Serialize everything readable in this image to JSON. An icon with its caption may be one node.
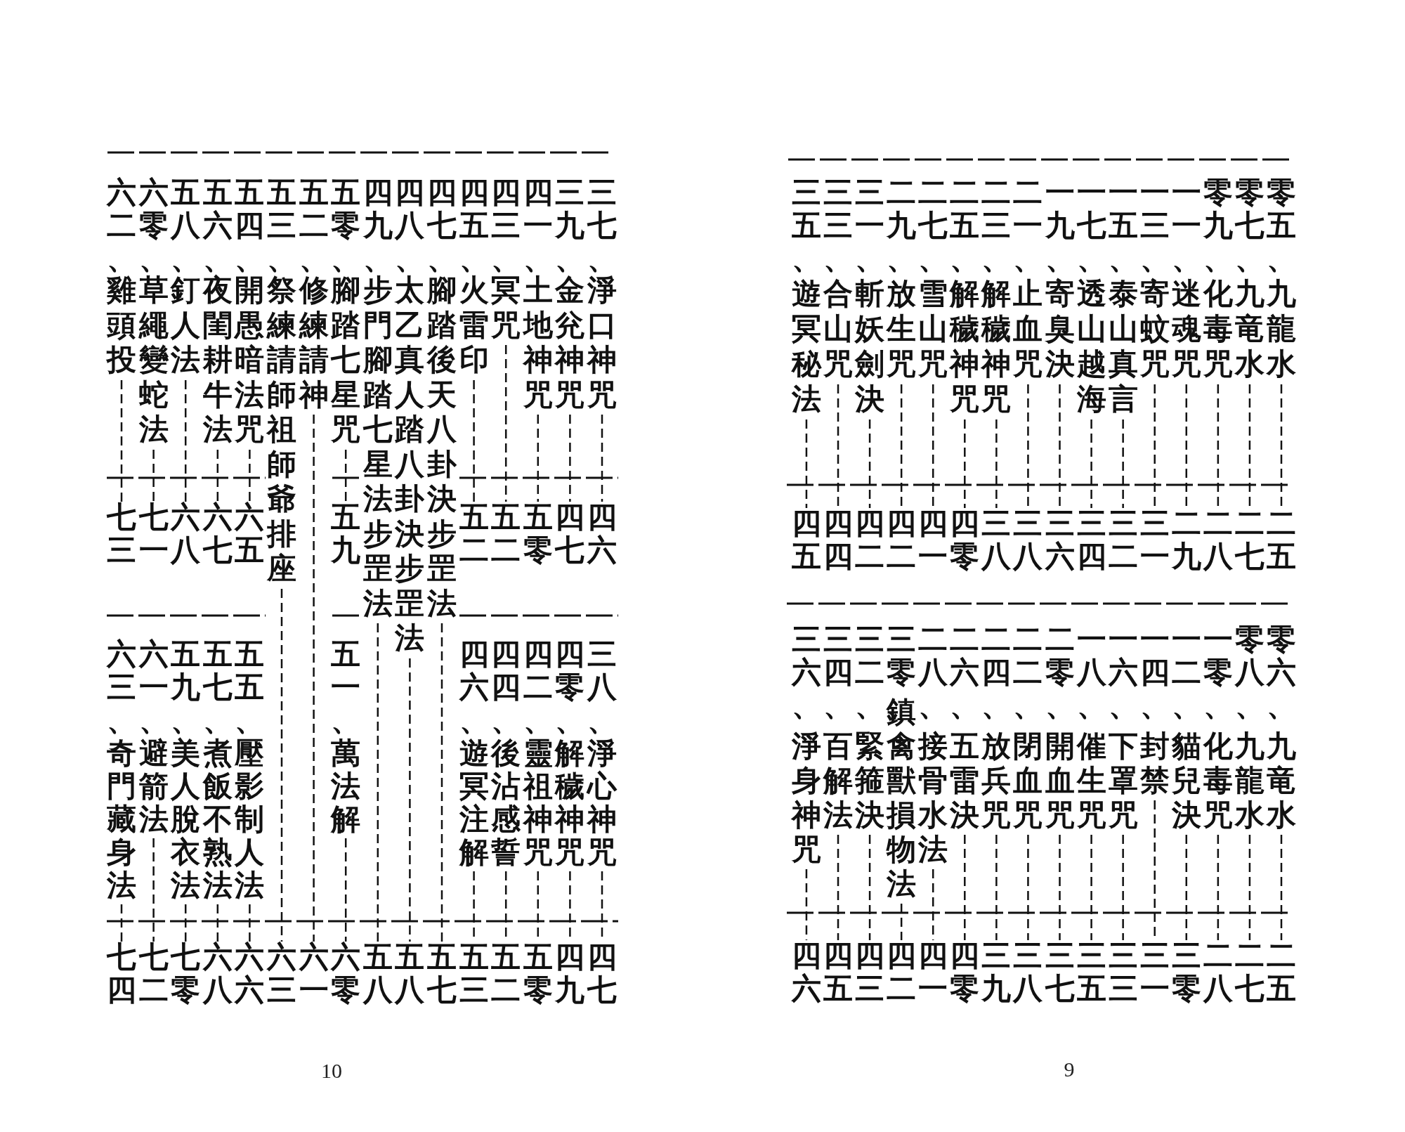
{
  "diagram": {
    "nodes": [
      {
        "text": [
          "九龍水"
        ]
      },
      {
        "text": [
          "二五"
        ]
      },
      {
        "text": [
          "九竜水"
        ]
      },
      {
        "text": [
          "二七"
        ]
      },
      {
        "text": [
          "化毒咒"
        ]
      },
      {
        "text": [
          "二八"
        ]
      },
      {
        "text": [
          "迷魂咒"
        ]
      },
      {
        "text": [
          "二九"
        ]
      },
      {
        "text": [
          "寄蚊咒"
        ]
      },
      {
        "text": [
          "三一"
        ]
      },
      {
        "text": [
          "泰山真言"
        ]
      },
      {
        "text": [
          "三二"
        ]
      },
      {
        "text": [
          "透山越海"
        ]
      },
      {
        "text": [
          "三四"
        ]
      },
      {
        "text": [
          "寄臭決"
        ]
      },
      {
        "text": [
          "三六"
        ]
      },
      {
        "text": [
          "止血咒"
        ]
      },
      {
        "text": [
          "三八"
        ]
      },
      {
        "text": [
          "解穢神咒"
        ]
      },
      {
        "text": [
          "三八"
        ]
      },
      {
        "text": [
          "解穢神咒"
        ]
      },
      {
        "text": [
          "四零"
        ]
      },
      {
        "text": [
          "雪山咒"
        ]
      },
      {
        "text": [
          "四一"
        ]
      },
      {
        "text": [
          "放生咒"
        ]
      },
      {
        "text": [
          "四二"
        ]
      },
      {
        "text": [
          "斬妖劍決"
        ]
      },
      {
        "text": [
          "四二"
        ]
      },
      {
        "text": [
          "合山咒"
        ]
      },
      {
        "text": [
          "四四"
        ]
      },
      {
        "text": [
          "遊冥秘法"
        ]
      },
      {
        "text": [
          "四五"
        ]
      },
      {
        "text": [
          "九竜水"
        ]
      },
      {
        "text": [
          "二五"
        ]
      },
      {
        "text": [
          "九龍水"
        ]
      },
      {
        "text": [
          "二七"
        ]
      },
      {
        "text": [
          "化毒咒"
        ]
      },
      {
        "text": [
          "二八"
        ]
      },
      {
        "text": [
          "貓兒決"
        ]
      },
      {
        "text": [
          "三零"
        ]
      },
      {
        "text": [
          "封禁"
        ]
      },
      {
        "text": [
          "三一"
        ]
      },
      {
        "text": [
          "下罩咒"
        ]
      },
      {
        "text": [
          "三三"
        ]
      },
      {
        "text": [
          "催生咒"
        ]
      },
      {
        "text": [
          "三五"
        ]
      },
      {
        "text": [
          "開血咒"
        ]
      },
      {
        "text": [
          "三七"
        ]
      },
      {
        "text": [
          "閉血咒"
        ]
      },
      {
        "text": [
          "三八"
        ]
      },
      {
        "text": [
          "放兵咒"
        ]
      },
      {
        "text": [
          "三九"
        ]
      },
      {
        "text": [
          "五雷決"
        ]
      },
      {
        "text": [
          "四零"
        ]
      },
      {
        "text": [
          "接骨水法"
        ]
      },
      {
        "text": [
          "四一"
        ]
      },
      {
        "text": [
          "鎮禽獸損物法"
        ]
      },
      {
        "text": [
          "四二"
        ]
      },
      {
        "text": [
          "緊箍決"
        ]
      },
      {
        "text": [
          "四三"
        ]
      },
      {
        "text": [
          "百解法"
        ]
      },
      {
        "text": [
          "四五"
        ]
      },
      {
        "text": [
          "淨身神咒"
        ]
      },
      {
        "text": [
          "四六"
        ]
      },
      {
        "text": [
          "淨口神咒"
        ]
      },
      {
        "text": [
          "四六"
        ]
      },
      {
        "text": [
          "金兊神咒"
        ]
      },
      {
        "text": [
          "四七"
        ]
      },
      {
        "text": [
          "土地神咒"
        ]
      },
      {
        "text": [
          "五零"
        ]
      },
      {
        "text": [
          "冥咒"
        ]
      },
      {
        "text": [
          "五二"
        ]
      },
      {
        "text": [
          "火雷印"
        ]
      },
      {
        "text": [
          "五二"
        ]
      },
      {
        "text": [
          "腳踏後天八卦決步罡法"
        ]
      },
      {
        "text": [
          "五七"
        ]
      },
      {
        "text": [
          "太乙真人踏八卦決步罡法"
        ]
      },
      {
        "text": [
          "五八"
        ]
      },
      {
        "text": [
          "步門腳踏七星法步罡法"
        ]
      },
      {
        "text": [
          "五八"
        ]
      },
      {
        "text": [
          "腳踏七星咒"
        ]
      },
      {
        "text": [
          "五九"
        ]
      },
      {
        "text": [
          "修練請神"
        ]
      },
      {
        "text": [
          "六一"
        ]
      },
      {
        "text": [
          "祭練請師祖師爺排座"
        ]
      },
      {
        "text": [
          "六三"
        ]
      },
      {
        "text": [
          "開愚暗法咒"
        ]
      },
      {
        "text": [
          "六五"
        ]
      },
      {
        "text": [
          "夜閨耕牛法"
        ]
      },
      {
        "text": [
          "六七"
        ]
      },
      {
        "text": [
          "釘人法"
        ]
      },
      {
        "text": [
          "六八"
        ]
      },
      {
        "text": [
          "草繩變蛇法"
        ]
      },
      {
        "text": [
          "七一"
        ]
      },
      {
        "text": [
          "雞頭投"
        ]
      },
      {
        "text": [
          "七三"
        ]
      },
      {
        "text": [
          "淨心神咒"
        ]
      },
      {
        "text": [
          "四七"
        ]
      },
      {
        "text": [
          "解穢神咒"
        ]
      },
      {
        "text": [
          "四九"
        ]
      },
      {
        "text": [
          "靈祖神咒"
        ]
      },
      {
        "text": [
          "五零"
        ]
      },
      {
        "text": [
          "後沾感誓"
        ]
      },
      {
        "text": [
          "五二"
        ]
      },
      {
        "text": [
          "遊冥注解"
        ]
      },
      {
        "text": [
          "五三"
        ]
      },
      {
        "text": [
          "萬法解"
        ]
      },
      {
        "text": [
          "六零"
        ]
      },
      {
        "text": [
          "壓影制人法"
        ]
      },
      {
        "text": [
          "六六"
        ]
      },
      {
        "text": [
          "煮飯不熟法"
        ]
      },
      {
        "text": [
          "六八"
        ]
      },
      {
        "text": [
          "美人脫衣法"
        ]
      },
      {
        "text": [
          "七零"
        ]
      },
      {
        "text": [
          "避箭法"
        ]
      },
      {
        "text": [
          "七二"
        ]
      },
      {
        "text": [
          "奇門藏身法"
        ]
      },
      {
        "text": [
          "七四"
        ]
      }
    ],
    "edges": [
      {
        "from": 0,
        "to": 1,
        "arrow": "none",
        "style": "dashed"
      },
      {
        "from": 2,
        "to": 3,
        "arrow": "none",
        "style": "dashed"
      },
      {
        "from": 4,
        "to": 5,
        "arrow": "none",
        "style": "dashed"
      },
      {
        "from": 6,
        "to": 7,
        "arrow": "none",
        "style": "dashed"
      },
      {
        "from": 8,
        "to": 9,
        "arrow": "none",
        "style": "dashed"
      },
      {
        "from": 10,
        "to": 11,
        "arrow": "none",
        "style": "dashed"
      },
      {
        "from": 12,
        "to": 13,
        "arrow": "none",
        "style": "dashed"
      },
      {
        "from": 14,
        "to": 15,
        "arrow": "none",
        "style": "dashed"
      },
      {
        "from": 16,
        "to": 17,
        "arrow": "none",
        "style": "dashed"
      },
      {
        "from": 18,
        "to": 19,
        "arrow": "none",
        "style": "dashed"
      },
      {
        "from": 20,
        "to": 21,
        "arrow": "none",
        "style": "dashed"
      },
      {
        "from": 22,
        "to": 23,
        "arrow": "none",
        "style": "dashed"
      },
      {
        "from": 24,
        "to": 25,
        "arrow": "none",
        "style": "dashed"
      },
      {
        "from": 26,
        "to": 27,
        "arrow": "none",
        "style": "dashed"
      },
      {
        "from": 28,
        "to": 29,
        "arrow": "none",
        "style": "dashed"
      },
      {
        "from": 30,
        "to": 31,
        "arrow": "none",
        "style": "dashed"
      },
      {
        "from": 32,
        "to": 33,
        "arrow": "none",
        "style": "dashed"
      },
      {
        "from": 34,
        "to": 35,
        "arrow": "none",
        "style": "dashed"
      },
      {
        "from": 36,
        "to": 37,
        "arrow": "none",
        "style": "dashed"
      },
      {
        "from": 38,
        "to": 39,
        "arrow": "none",
        "style": "dashed"
      },
      {
        "from": 40,
        "to": 41,
        "arrow": "none",
        "style": "dashed"
      },
      {
        "from": 42,
        "to": 43,
        "arrow": "none",
        "style": "dashed"
      },
      {
        "from": 44,
        "to": 45,
        "arrow": "none",
        "style": "dashed"
      },
      {
        "from": 46,
        "to": 47,
        "arrow": "none",
        "style": "dashed"
      },
      {
        "from": 48,
        "to": 49,
        "arrow": "none",
        "style": "dashed"
      },
      {
        "from": 50,
        "to": 51,
        "arrow": "none",
        "style": "dashed"
      },
      {
        "from": 52,
        "to": 53,
        "arrow": "none",
        "style": "dashed"
      },
      {
        "from": 54,
        "to": 55,
        "arrow": "none",
        "style": "dashed"
      },
      {
        "from": 56,
        "to": 57,
        "arrow": "none",
        "style": "dashed"
      },
      {
        "from": 58,
        "to": 59,
        "arrow": "none",
        "style": "dashed"
      },
      {
        "from": 60,
        "to": 61,
        "arrow": "none",
        "style": "dashed"
      },
      {
        "from": 62,
        "to": 63,
        "arrow": "none",
        "style": "dashed"
      },
      {
        "from": 64,
        "to": 65,
        "arrow": "none",
        "style": "dashed"
      },
      {
        "from": 66,
        "to": 67,
        "arrow": "none",
        "style": "dashed"
      },
      {
        "from": 68,
        "to": 69,
        "arrow": "none",
        "style": "dashed"
      },
      {
        "from": 70,
        "to": 71,
        "arrow": "none",
        "style": "dashed"
      },
      {
        "from": 72,
        "to": 73,
        "arrow": "none",
        "style": "dashed"
      },
      {
        "from": 74,
        "to": 75,
        "arrow": "none",
        "style": "dashed"
      },
      {
        "from": 76,
        "to": 77,
        "arrow": "none",
        "style": "dashed"
      },
      {
        "from": 78,
        "to": 79,
        "arrow": "none",
        "style": "dashed"
      },
      {
        "from": 80,
        "to": 81,
        "arrow": "none",
        "style": "dashed"
      },
      {
        "from": 82,
        "to": 83,
        "arrow": "none",
        "style": "dashed"
      },
      {
        "from": 84,
        "to": 85,
        "arrow": "none",
        "style": "dashed"
      },
      {
        "from": 86,
        "to": 87,
        "arrow": "none",
        "style": "dashed"
      },
      {
        "from": 88,
        "to": 89,
        "arrow": "none",
        "style": "dashed"
      },
      {
        "from": 90,
        "to": 91,
        "arrow": "none",
        "style": "dashed"
      },
      {
        "from": 92,
        "to": 93,
        "arrow": "none",
        "style": "dashed"
      },
      {
        "from": 94,
        "to": 95,
        "arrow": "none",
        "style": "dashed"
      },
      {
        "from": 96,
        "to": 97,
        "arrow": "none",
        "style": "dashed"
      },
      {
        "from": 98,
        "to": 99,
        "arrow": "none",
        "style": "dashed"
      },
      {
        "from": 100,
        "to": 101,
        "arrow": "none",
        "style": "dashed"
      },
      {
        "from": 102,
        "to": 103,
        "arrow": "none",
        "style": "dashed"
      },
      {
        "from": 104,
        "to": 105,
        "arrow": "none",
        "style": "dashed"
      },
      {
        "from": 106,
        "to": 107,
        "arrow": "none",
        "style": "dashed"
      },
      {
        "from": 108,
        "to": 109,
        "arrow": "none",
        "style": "dashed"
      },
      {
        "from": 110,
        "to": 111,
        "arrow": "none",
        "style": "dashed"
      },
      {
        "from": 112,
        "to": 113,
        "arrow": "none",
        "style": "dashed"
      },
      {
        "from": 114,
        "to": 115,
        "arrow": "none",
        "style": "dashed"
      },
      {
        "from": 116,
        "to": 117,
        "arrow": "none",
        "style": "dashed"
      }
    ],
    "labels": [
      "零五、",
      "零七、",
      "零九、",
      "一一、",
      "一三、",
      "一五、",
      "一七、",
      "一九、",
      "二一、",
      "二三、",
      "二五、",
      "二七、",
      "二九、",
      "三一、",
      "三三、",
      "三五、",
      "零六、",
      "零八、",
      "一零、",
      "一二、",
      "一四、",
      "一六、",
      "一八、",
      "二零、",
      "二二、",
      "二四、",
      "二六、",
      "二八、",
      "三零、",
      "三二、",
      "三四、",
      "三六、",
      "9",
      "三七、",
      "三九、",
      "四一、",
      "四三、",
      "四五、",
      "四七、",
      "四八、",
      "四九、",
      "五零、",
      "五二、",
      "五三、",
      "五四、",
      "五六、",
      "五八、",
      "六零、",
      "六二、",
      "三八、",
      "四零、",
      "四二、",
      "四四、",
      "四六、",
      "五一、",
      "五五、",
      "五七、",
      "五九、",
      "六一、",
      "六三、",
      "10"
    ]
  }
}
